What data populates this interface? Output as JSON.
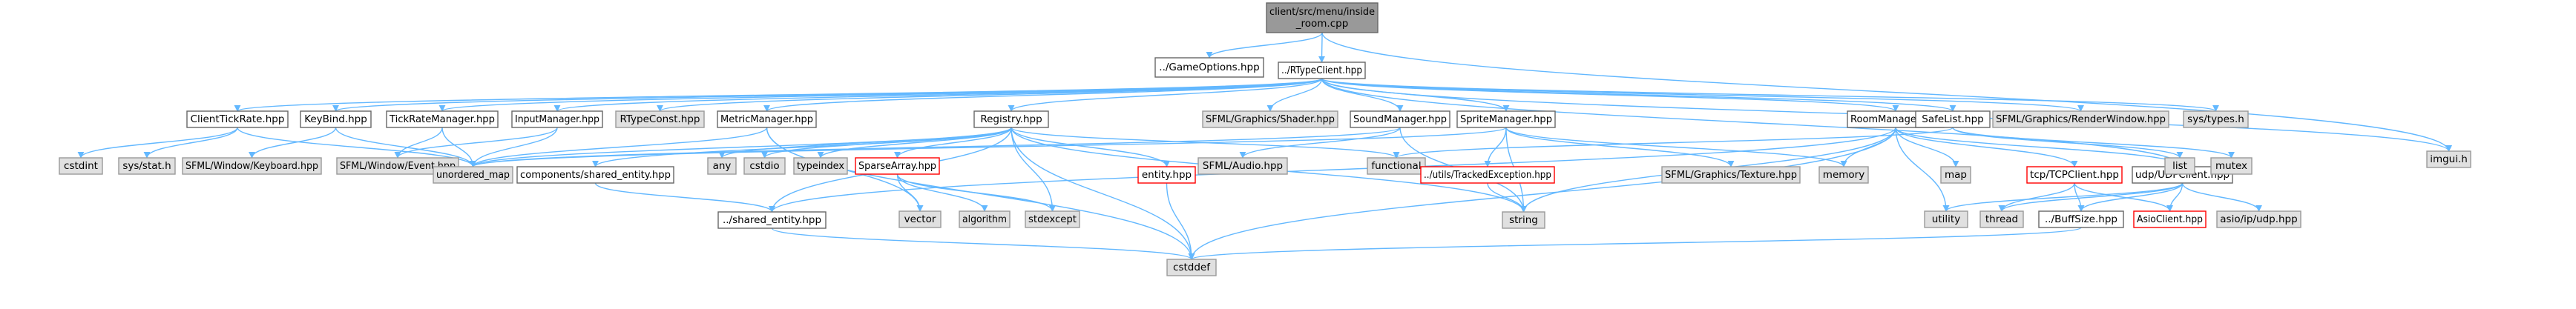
{
  "diagram": {
    "colors": {
      "root_fill": "#999999",
      "root_stroke": "#666666",
      "normal_fill": "#ffffff",
      "normal_stroke": "#666666",
      "external_fill": "#e0e0e0",
      "external_stroke": "#999999",
      "missing_stroke": "#ff0000",
      "edge": "#63b8ff",
      "text": "#000000"
    },
    "nodes": [
      {
        "id": "root",
        "lines": [
          "client/src/menu/inside",
          "_room.cpp"
        ],
        "kind": "root"
      },
      {
        "id": "gameoptions",
        "lines": [
          "../GameOptions.hpp"
        ],
        "kind": "normal"
      },
      {
        "id": "rtypeclient",
        "lines": [
          "../RTypeClient.hpp"
        ],
        "kind": "normal"
      },
      {
        "id": "imgui",
        "lines": [
          "imgui.h"
        ],
        "kind": "external"
      },
      {
        "id": "clienttickrate",
        "lines": [
          "ClientTickRate.hpp"
        ],
        "kind": "normal"
      },
      {
        "id": "keybind",
        "lines": [
          "KeyBind.hpp"
        ],
        "kind": "normal"
      },
      {
        "id": "tickratemanager",
        "lines": [
          "TickRateManager.hpp"
        ],
        "kind": "normal"
      },
      {
        "id": "inputmanager",
        "lines": [
          "InputManager.hpp"
        ],
        "kind": "normal"
      },
      {
        "id": "rtypeconst",
        "lines": [
          "RTypeConst.hpp"
        ],
        "kind": "external"
      },
      {
        "id": "metricmanager",
        "lines": [
          "MetricManager.hpp"
        ],
        "kind": "normal"
      },
      {
        "id": "registry",
        "lines": [
          "Registry.hpp"
        ],
        "kind": "normal"
      },
      {
        "id": "sfmlshader",
        "lines": [
          "SFML/Graphics/Shader.hpp"
        ],
        "kind": "external"
      },
      {
        "id": "soundmanager",
        "lines": [
          "SoundManager.hpp"
        ],
        "kind": "normal"
      },
      {
        "id": "spritemanager",
        "lines": [
          "SpriteManager.hpp"
        ],
        "kind": "normal"
      },
      {
        "id": "roommanager",
        "lines": [
          "RoomManager.hpp"
        ],
        "kind": "normal"
      },
      {
        "id": "safelist",
        "lines": [
          "SafeList.hpp"
        ],
        "kind": "normal"
      },
      {
        "id": "sfmlrenderwindow",
        "lines": [
          "SFML/Graphics/RenderWindow.hpp"
        ],
        "kind": "external"
      },
      {
        "id": "systypes",
        "lines": [
          "sys/types.h"
        ],
        "kind": "external"
      },
      {
        "id": "cstdint",
        "lines": [
          "cstdint"
        ],
        "kind": "external"
      },
      {
        "id": "sysstat",
        "lines": [
          "sys/stat.h"
        ],
        "kind": "external"
      },
      {
        "id": "sfmlkeyboard",
        "lines": [
          "SFML/Window/Keyboard.hpp"
        ],
        "kind": "external"
      },
      {
        "id": "sfmlevent",
        "lines": [
          "SFML/Window/Event.hpp"
        ],
        "kind": "external"
      },
      {
        "id": "unorderedmap",
        "lines": [
          "unordered_map"
        ],
        "kind": "external"
      },
      {
        "id": "sharedentitycomp",
        "lines": [
          "components/shared_entity.hpp"
        ],
        "kind": "normal"
      },
      {
        "id": "any",
        "lines": [
          "any"
        ],
        "kind": "external"
      },
      {
        "id": "cstdio",
        "lines": [
          "cstdio"
        ],
        "kind": "external"
      },
      {
        "id": "typeindex",
        "lines": [
          "typeindex"
        ],
        "kind": "external"
      },
      {
        "id": "sparsearray",
        "lines": [
          "SparseArray.hpp"
        ],
        "kind": "missing"
      },
      {
        "id": "functional",
        "lines": [
          "functional"
        ],
        "kind": "external"
      },
      {
        "id": "sfmlaudio",
        "lines": [
          "SFML/Audio.hpp"
        ],
        "kind": "external"
      },
      {
        "id": "trackedexception",
        "lines": [
          "../utils/TrackedException.hpp"
        ],
        "kind": "missing"
      },
      {
        "id": "sfmltexture",
        "lines": [
          "SFML/Graphics/Texture.hpp"
        ],
        "kind": "external"
      },
      {
        "id": "memory",
        "lines": [
          "memory"
        ],
        "kind": "external"
      },
      {
        "id": "map",
        "lines": [
          "map"
        ],
        "kind": "external"
      },
      {
        "id": "tcpclient",
        "lines": [
          "tcp/TCPClient.hpp"
        ],
        "kind": "missing"
      },
      {
        "id": "udpclient",
        "lines": [
          "udp/UDPClient.hpp"
        ],
        "kind": "normal"
      },
      {
        "id": "list",
        "lines": [
          "list"
        ],
        "kind": "external"
      },
      {
        "id": "mutex",
        "lines": [
          "mutex"
        ],
        "kind": "external"
      },
      {
        "id": "sharedentity",
        "lines": [
          "../shared_entity.hpp"
        ],
        "kind": "normal"
      },
      {
        "id": "vector",
        "lines": [
          "vector"
        ],
        "kind": "external"
      },
      {
        "id": "algorithm",
        "lines": [
          "algorithm"
        ],
        "kind": "external"
      },
      {
        "id": "stdexcept",
        "lines": [
          "stdexcept"
        ],
        "kind": "external"
      },
      {
        "id": "entity",
        "lines": [
          "entity.hpp"
        ],
        "kind": "missing"
      },
      {
        "id": "string",
        "lines": [
          "string"
        ],
        "kind": "external"
      },
      {
        "id": "utility",
        "lines": [
          "utility"
        ],
        "kind": "external"
      },
      {
        "id": "thread",
        "lines": [
          "thread"
        ],
        "kind": "external"
      },
      {
        "id": "buffsize",
        "lines": [
          "../BuffSize.hpp"
        ],
        "kind": "normal"
      },
      {
        "id": "asioclient",
        "lines": [
          "AsioClient.hpp"
        ],
        "kind": "missing"
      },
      {
        "id": "asioipudp",
        "lines": [
          "asio/ip/udp.hpp"
        ],
        "kind": "external"
      },
      {
        "id": "cstddef",
        "lines": [
          "cstddef"
        ],
        "kind": "external"
      }
    ],
    "edges": [
      [
        "root",
        "gameoptions"
      ],
      [
        "root",
        "rtypeclient"
      ],
      [
        "root",
        "imgui"
      ],
      [
        "rtypeclient",
        "clienttickrate"
      ],
      [
        "rtypeclient",
        "keybind"
      ],
      [
        "rtypeclient",
        "tickratemanager"
      ],
      [
        "rtypeclient",
        "inputmanager"
      ],
      [
        "rtypeclient",
        "rtypeconst"
      ],
      [
        "rtypeclient",
        "metricmanager"
      ],
      [
        "rtypeclient",
        "registry"
      ],
      [
        "rtypeclient",
        "sfmlshader"
      ],
      [
        "rtypeclient",
        "soundmanager"
      ],
      [
        "rtypeclient",
        "spritemanager"
      ],
      [
        "rtypeclient",
        "roommanager"
      ],
      [
        "rtypeclient",
        "safelist"
      ],
      [
        "rtypeclient",
        "sfmlrenderwindow"
      ],
      [
        "rtypeclient",
        "systypes"
      ],
      [
        "rtypeclient",
        "imgui"
      ],
      [
        "rtypeclient",
        "udpclient"
      ],
      [
        "clienttickrate",
        "cstdint"
      ],
      [
        "clienttickrate",
        "sysstat"
      ],
      [
        "clienttickrate",
        "unorderedmap"
      ],
      [
        "keybind",
        "sfmlkeyboard"
      ],
      [
        "keybind",
        "unorderedmap"
      ],
      [
        "tickratemanager",
        "sfmlevent"
      ],
      [
        "tickratemanager",
        "unorderedmap"
      ],
      [
        "inputmanager",
        "sfmlevent"
      ],
      [
        "inputmanager",
        "unorderedmap"
      ],
      [
        "metricmanager",
        "unorderedmap"
      ],
      [
        "metricmanager",
        "vector"
      ],
      [
        "metricmanager",
        "cstddef"
      ],
      [
        "registry",
        "sharedentitycomp"
      ],
      [
        "registry",
        "any"
      ],
      [
        "registry",
        "cstdio"
      ],
      [
        "registry",
        "typeindex"
      ],
      [
        "registry",
        "sparsearray"
      ],
      [
        "registry",
        "functional"
      ],
      [
        "registry",
        "unorderedmap"
      ],
      [
        "registry",
        "sharedentity"
      ],
      [
        "registry",
        "stdexcept"
      ],
      [
        "registry",
        "entity"
      ],
      [
        "registry",
        "string"
      ],
      [
        "registry",
        "cstddef"
      ],
      [
        "sharedentitycomp",
        "sharedentity"
      ],
      [
        "sharedentity",
        "cstddef"
      ],
      [
        "sparsearray",
        "vector"
      ],
      [
        "sparsearray",
        "algorithm"
      ],
      [
        "sparsearray",
        "stdexcept"
      ],
      [
        "entity",
        "cstddef"
      ],
      [
        "soundmanager",
        "sfmlaudio"
      ],
      [
        "soundmanager",
        "string"
      ],
      [
        "soundmanager",
        "unorderedmap"
      ],
      [
        "spritemanager",
        "trackedexception"
      ],
      [
        "spritemanager",
        "sfmltexture"
      ],
      [
        "spritemanager",
        "string"
      ],
      [
        "spritemanager",
        "memory"
      ],
      [
        "spritemanager",
        "unorderedmap"
      ],
      [
        "trackedexception",
        "string"
      ],
      [
        "roommanager",
        "memory"
      ],
      [
        "roommanager",
        "map"
      ],
      [
        "roommanager",
        "tcpclient"
      ],
      [
        "roommanager",
        "udpclient"
      ],
      [
        "roommanager",
        "utility"
      ],
      [
        "roommanager",
        "string"
      ],
      [
        "roommanager",
        "sharedentity"
      ],
      [
        "roommanager",
        "cstddef"
      ],
      [
        "safelist",
        "functional"
      ],
      [
        "safelist",
        "list"
      ],
      [
        "safelist",
        "mutex"
      ],
      [
        "tcpclient",
        "asioclient"
      ],
      [
        "tcpclient",
        "buffsize"
      ],
      [
        "tcpclient",
        "thread"
      ],
      [
        "udpclient",
        "utility"
      ],
      [
        "udpclient",
        "thread"
      ],
      [
        "udpclient",
        "buffsize"
      ],
      [
        "udpclient",
        "asioclient"
      ],
      [
        "udpclient",
        "asioipudp"
      ],
      [
        "buffsize",
        "cstddef"
      ]
    ]
  }
}
